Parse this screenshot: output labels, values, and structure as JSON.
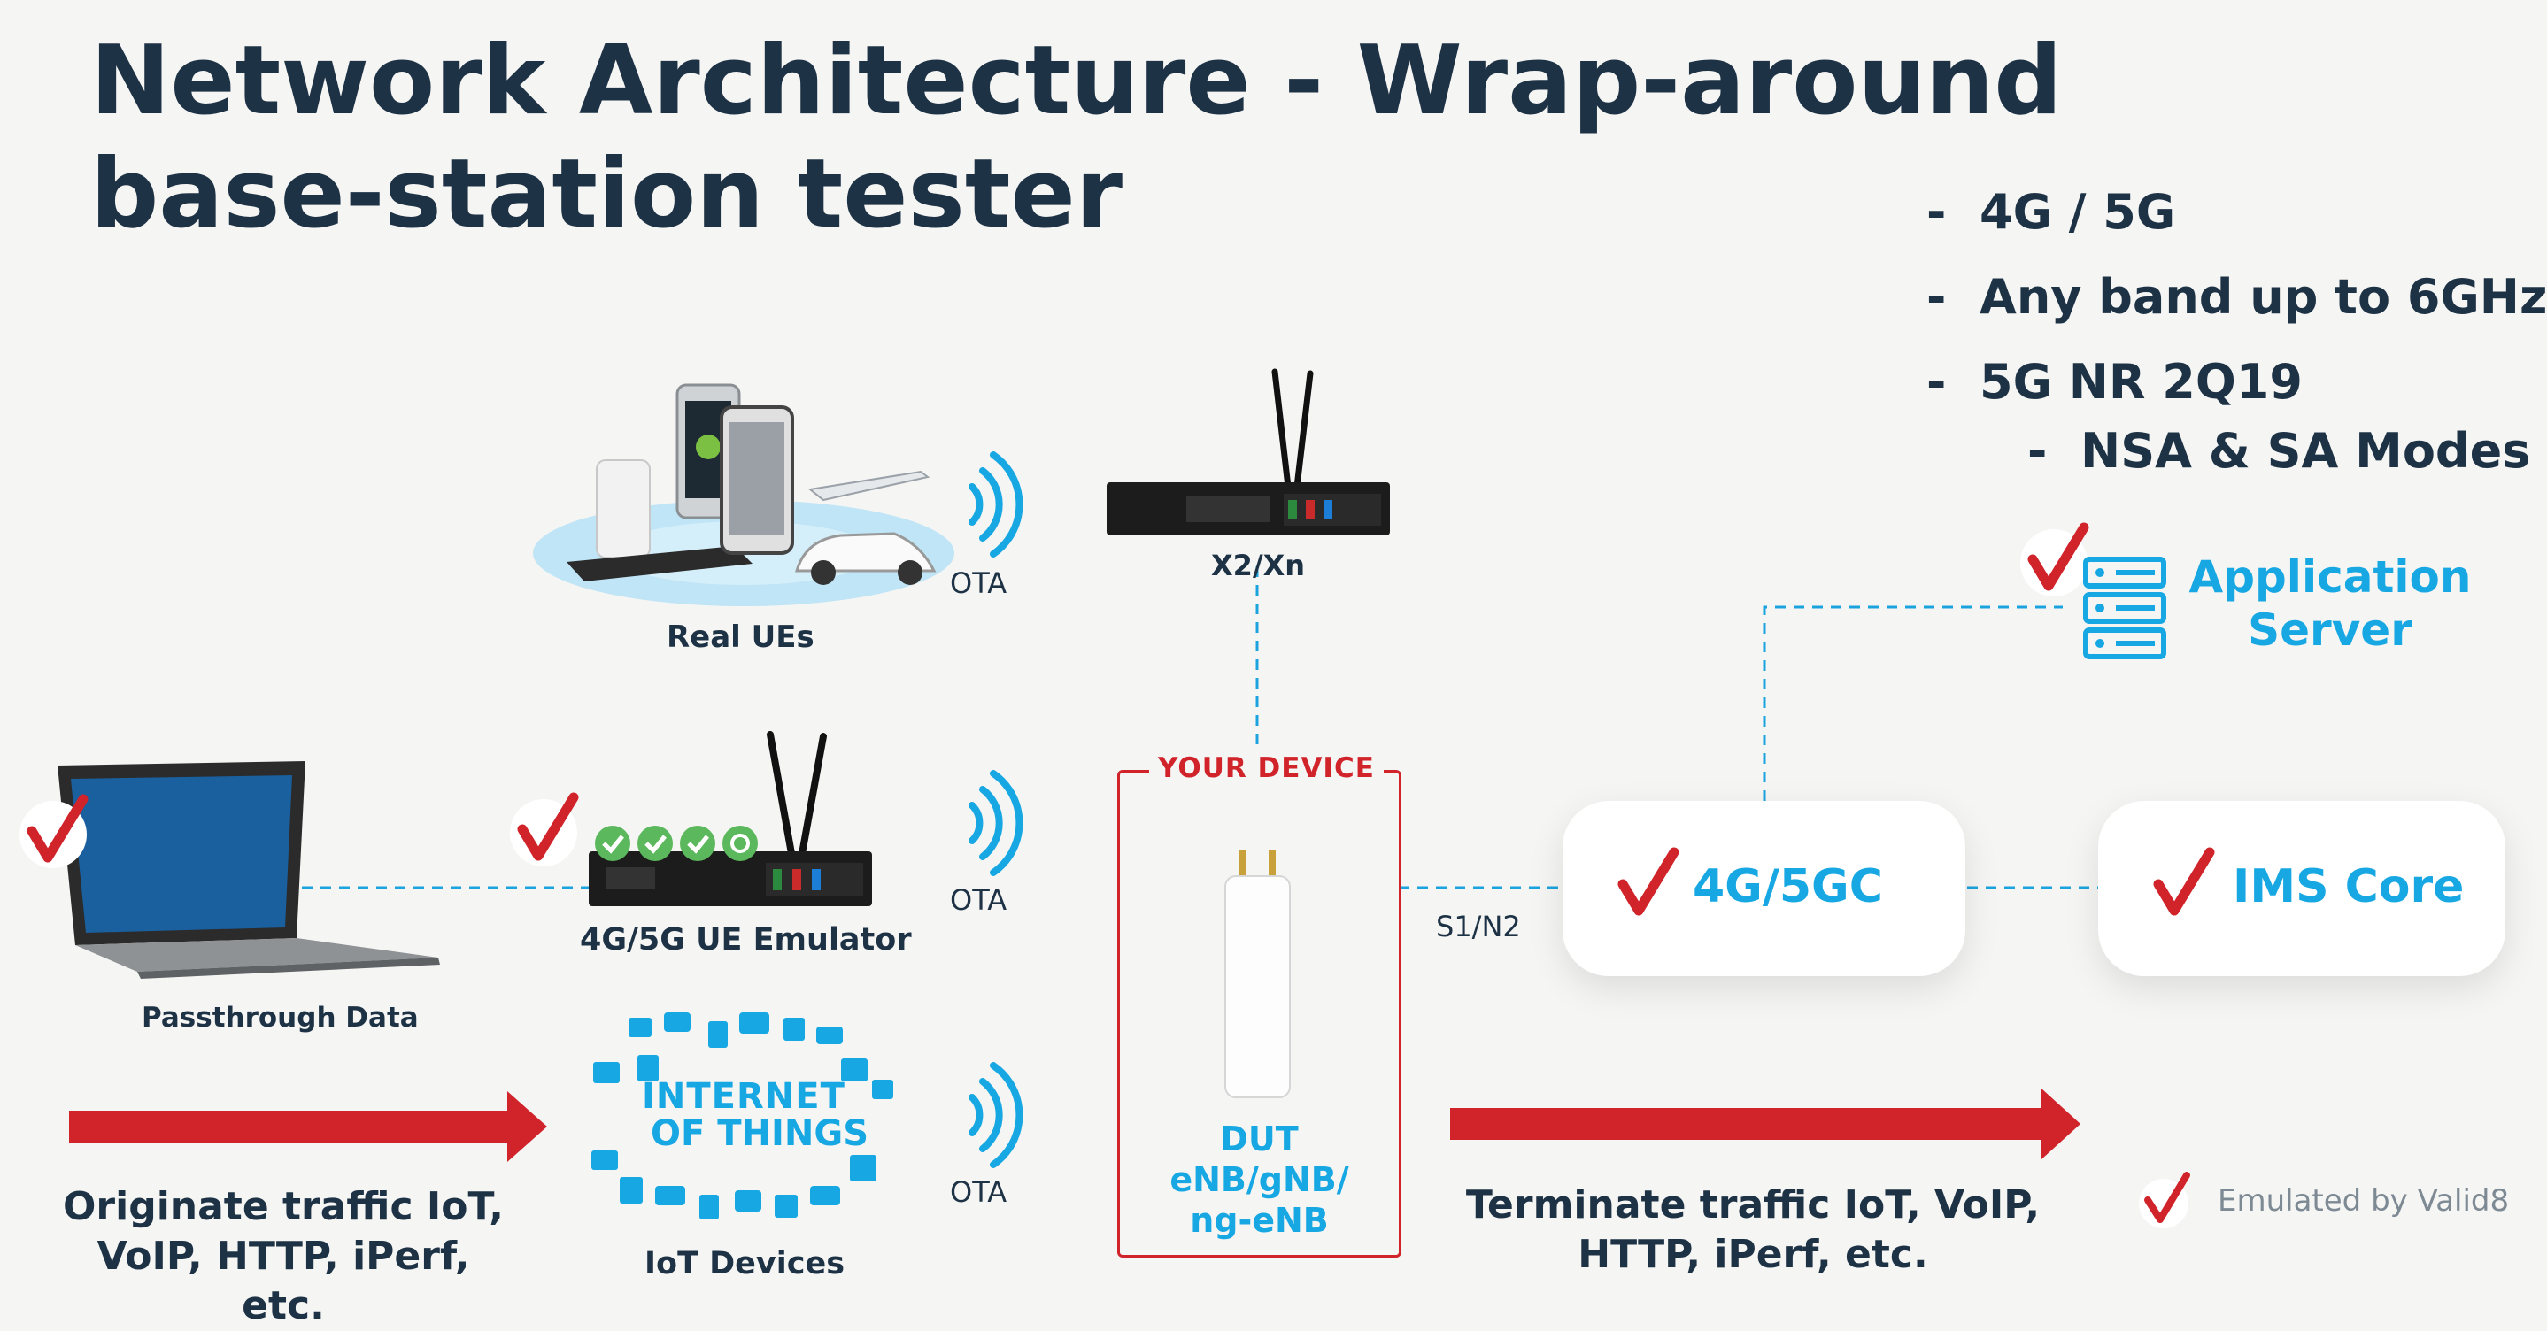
{
  "title": "Network Architecture - Wrap-around base-station tester",
  "features": {
    "items": [
      "4G / 5G",
      "Any band up to 6GHz",
      "5G NR 2Q19"
    ],
    "sub_items": [
      "NSA & SA Modes"
    ],
    "bullet": "-"
  },
  "labels": {
    "real_ues": "Real UEs",
    "x2xn": "X2/Xn",
    "ota": "OTA",
    "ue_emulator": "4G/5G UE Emulator",
    "passthrough": "Passthrough Data",
    "iot_devices": "IoT Devices",
    "iot_logo_1": "INTERNET",
    "iot_logo_2": "OF THINGS",
    "your_device": "YOUR DEVICE",
    "dut_1": "DUT",
    "dut_2": "eNB/gNB/",
    "dut_3": "ng-eNB",
    "s1n2": "S1/N2",
    "core": "4G/5GC",
    "ims": "IMS Core",
    "app_server_1": "Application",
    "app_server_2": "Server",
    "originate_1": "Originate traffic IoT,",
    "originate_2": "VoIP, HTTP, iPerf, etc.",
    "terminate_1": "Terminate traffic IoT, VoIP,",
    "terminate_2": "HTTP, iPerf, etc.",
    "legend": "Emulated by Valid8"
  },
  "colors": {
    "navy": "#1e3245",
    "accent_blue": "#17a7e2",
    "red": "#d0232a",
    "line_blue": "#1aa3df"
  },
  "icons": {
    "check": "red-checkmark-icon",
    "server": "server-stack-icon",
    "signal": "wireless-signal-icon"
  }
}
